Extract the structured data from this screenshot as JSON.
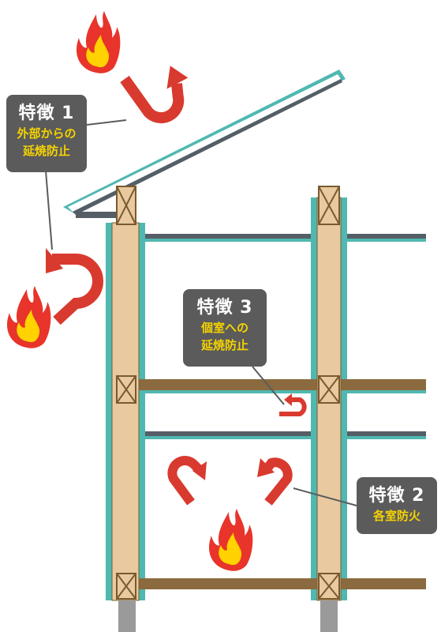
{
  "colors": {
    "beam": "#8a6a3e",
    "post": "#e8c9a0",
    "post_edge": "#7a5a2e",
    "board": "#4fb8b0",
    "panel": "#555e66",
    "arrow": "#d93a2f",
    "flame_red": "#e8342a",
    "flame_yellow": "#ffd200",
    "label_bg": "#5b5b5b",
    "label_text": "#ffffff",
    "label_accent": "#f5d300",
    "foundation": "#9a9a9a"
  },
  "features": {
    "f1": {
      "title": "特徴 1",
      "line1": "外部からの",
      "line2": "延焼防止"
    },
    "f2": {
      "title": "特徴 2",
      "line1": "各室防火"
    },
    "f3": {
      "title": "特徴 3",
      "line1": "個室への",
      "line2": "延焼防止"
    }
  },
  "icons": {
    "flame": "flame-icon",
    "arrow": "u-turn-arrow-icon"
  }
}
